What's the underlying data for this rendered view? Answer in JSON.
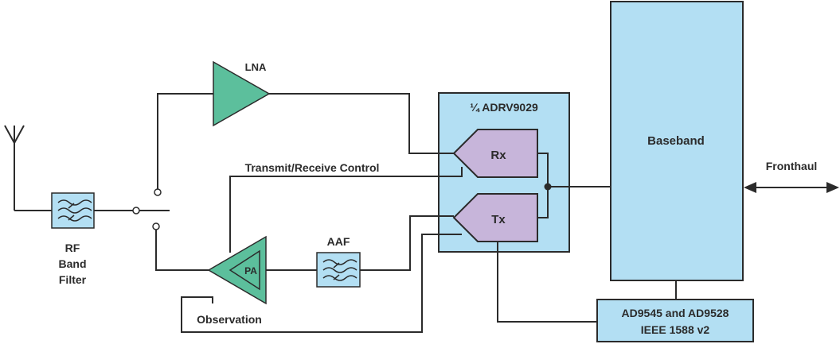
{
  "blocks": {
    "lna": "LNA",
    "adrv": "¼ ADRV9029",
    "rx": "Rx",
    "tx": "Tx",
    "baseband": "Baseband",
    "fronthaul": "Fronthaul",
    "trx_control": "Transmit/Receive Control",
    "rf_filter_line1": "RF",
    "rf_filter_line2": "Band",
    "rf_filter_line3": "Filter",
    "aaf": "AAF",
    "pa": "PA",
    "observation": "Observation",
    "clock_line1": "AD9545 and AD9528",
    "clock_line2": "IEEE 1588 v2"
  },
  "colors": {
    "light_blue": "#b3dff3",
    "green_amp": "#5cbf9c",
    "purple_converter": "#c7b5da"
  }
}
